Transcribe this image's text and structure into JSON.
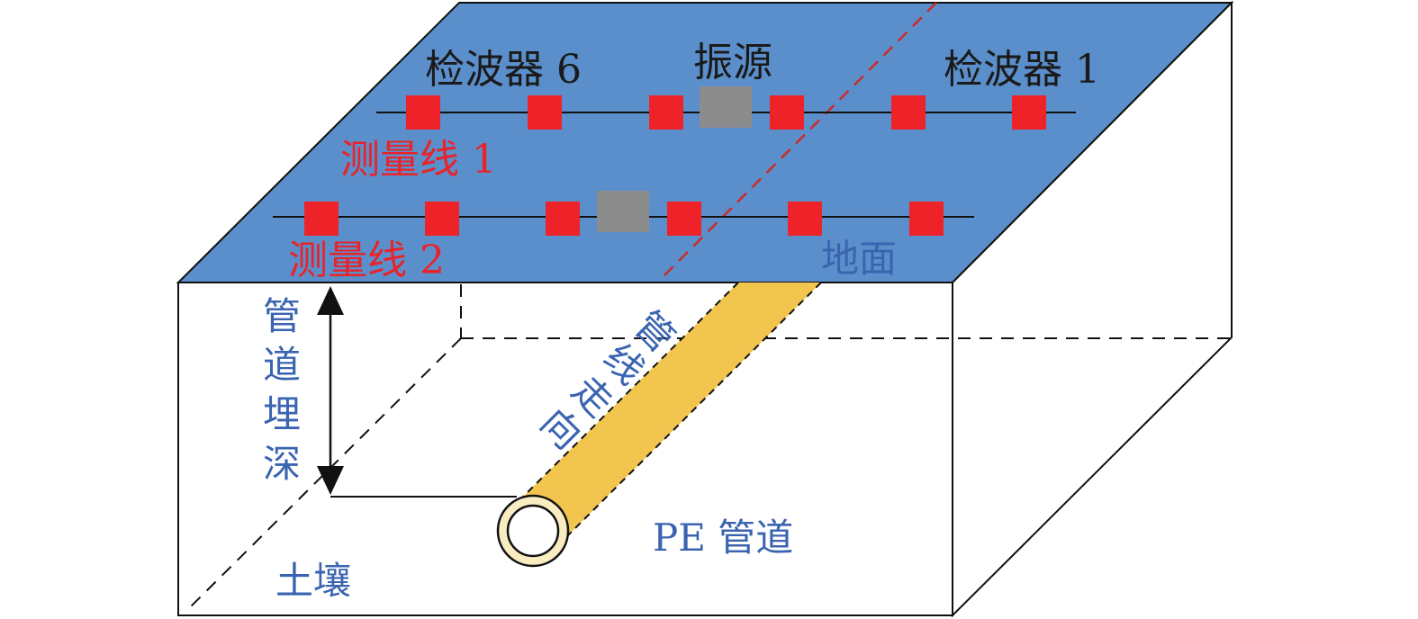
{
  "labels": {
    "receiver_6": "检波器 6",
    "source": "振源",
    "receiver_1": "检波器 1",
    "survey_line_1": "测量线 1",
    "survey_line_2": "测量线 2",
    "ground": "地面",
    "burial_depth": [
      "管",
      "道",
      "埋",
      "深"
    ],
    "pipeline_direction": [
      "管",
      "线",
      "走",
      "向"
    ],
    "pe_pipe": "PE 管道",
    "soil": "土壤"
  },
  "colors": {
    "ground_surface": "#5b8fcb",
    "receiver": "#ee2229",
    "source": "#8c8c8c",
    "pipe_body": "#f2c54e",
    "pipe_ring": "#f8ecc0",
    "direction_line": "#cc2a2a",
    "blue_text": "#3a64b0",
    "red_text": "#e8232a"
  },
  "survey_lines": [
    {
      "name": "测量线 1",
      "receivers": 6,
      "source_between": [
        3,
        4
      ]
    },
    {
      "name": "测量线 2",
      "receivers": 6,
      "source_between": [
        3,
        4
      ]
    }
  ]
}
